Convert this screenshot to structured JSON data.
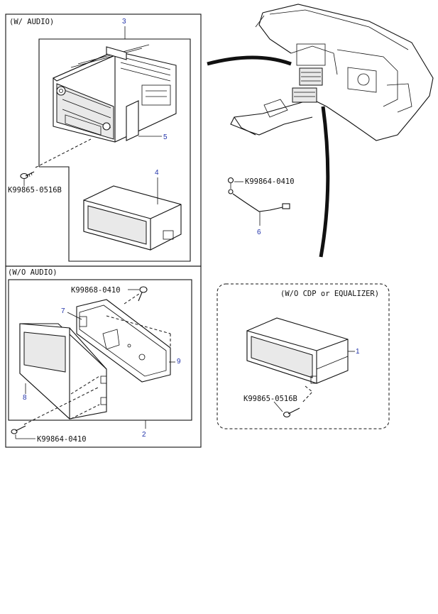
{
  "sections": {
    "with_audio": "(W/ AUDIO)",
    "without_audio": "(W/O AUDIO)",
    "without_cdp": "(W/O CDP or EQUALIZER)"
  },
  "parts": {
    "p1": "1",
    "p2": "2",
    "p3": "3",
    "p4": "4",
    "p5": "5",
    "p6": "6",
    "p7": "7",
    "p8": "8",
    "p9": "9"
  },
  "fasteners": {
    "screw_audio": "K99865-0516B",
    "bolt_console": "K99864-0410",
    "screw_bracket": "K99868-0410",
    "screw_pocket": "K99864-0410",
    "screw_cdp": "K99865-0516B"
  }
}
